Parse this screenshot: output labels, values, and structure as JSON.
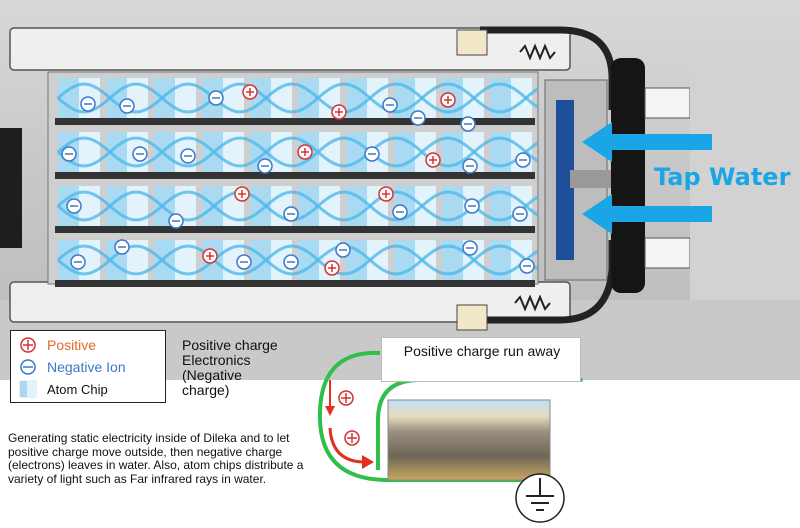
{
  "legend": {
    "positive_label": "Positive",
    "negative_label": "Negative Ion",
    "chip_label": "Atom Chip",
    "positive_color": "#e06a2a",
    "negative_color": "#3a78c8"
  },
  "labels": {
    "tap_water": "Tap Water",
    "positive_charge": "Positive charge",
    "electronics": "Electronics (Negative charge)",
    "run_away": "Positive charge run away",
    "caption": "Generating static electricity inside of Dileka and to let positive charge move outside, then negative charge (electrons) leaves in water. Also, atom chips distribute  a variety of light such as Far infrared rays in water."
  },
  "colors": {
    "water_arrow": "#1aa6e6",
    "wave": "#4fb8e8",
    "ground_wire": "#2fbf4a",
    "charge_arrow": "#e03020",
    "positive_symbol": "#d93030",
    "negative_symbol": "#3a78c8"
  },
  "icons": [
    "positive-charge-icon",
    "negative-ion-icon",
    "atom-chip-icon",
    "ground-symbol-icon",
    "water-flow-arrow-icon"
  ]
}
